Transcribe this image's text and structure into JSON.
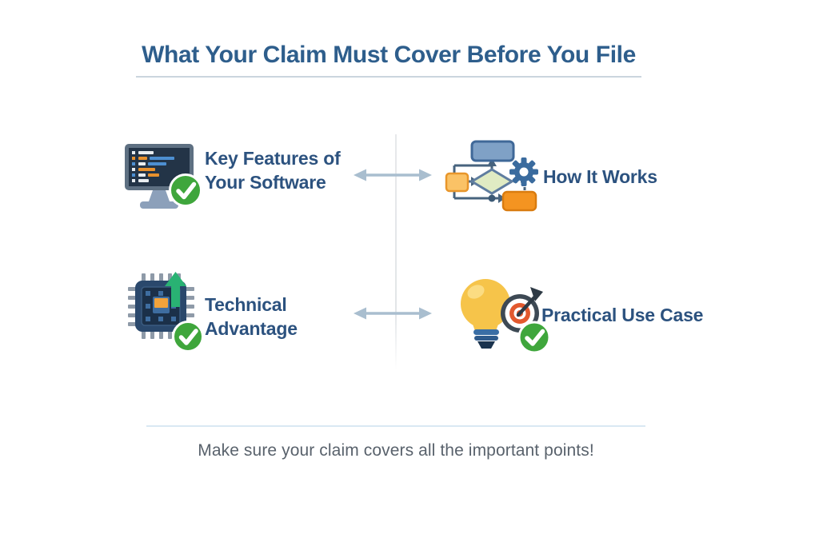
{
  "title": {
    "text": "What Your Claim Must Cover Before You File"
  },
  "quadrants": [
    {
      "icon": "monitor-code-check-icon",
      "lines": [
        "Key Features of",
        "Your Software"
      ]
    },
    {
      "icon": "flowchart-gear-icon",
      "lines": [
        "How It Works"
      ]
    },
    {
      "icon": "chip-up-arrow-check-icon",
      "lines": [
        "Technical",
        "Advantage"
      ]
    },
    {
      "icon": "lightbulb-target-check-icon",
      "lines": [
        "Practical Use Case"
      ]
    }
  ],
  "connectors": {
    "style": "double-headed-arrow",
    "count": 2
  },
  "footer": {
    "caption": "Make sure your claim covers all the important points!"
  },
  "colors": {
    "title_text": "#2E5E8C",
    "label_text": "#2C527F",
    "caption_text": "#59626C",
    "title_underline": "#CBD5DE",
    "vertical_divider": "#E4E6E9",
    "footer_divider": "#D9E8F3",
    "arrow": "#A9BECF",
    "check_green": "#3FA63C",
    "flowchart_blue": "#7FA1C6",
    "flowchart_orange": "#F49421",
    "flowchart_diamond": "#E0EBC3",
    "gear_blue": "#3A6B9E",
    "chip_navy": "#2A486C",
    "chip_accent_orange": "#F2A33B",
    "arrow_up_green": "#29B273",
    "bulb_yellow": "#F6C44A",
    "target_red": "#E2592E",
    "base_blue": "#3A6EA5"
  }
}
